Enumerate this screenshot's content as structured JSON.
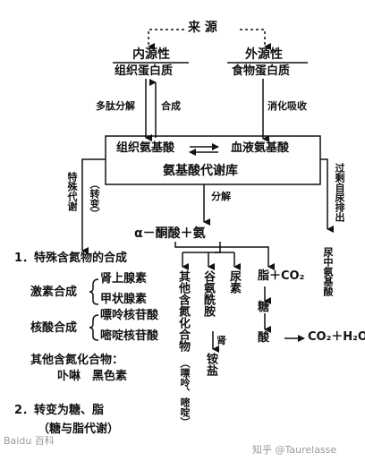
{
  "source": {
    "label": "来 源"
  },
  "endogenous": {
    "title": "内源性",
    "item": "组织蛋白质"
  },
  "exogenous": {
    "title": "外源性",
    "item": "食物蛋白质"
  },
  "edges": {
    "polypeptide_decompose": "多肽分解",
    "synthesis": "合成",
    "digest_absorb": "消化吸收",
    "decompose": "分解"
  },
  "pool": {
    "tissue_aa": "组织氨基酸",
    "blood_aa": "血液氨基酸",
    "title": "氨基酸代谢库"
  },
  "left_branch": {
    "special": "特殊代谢",
    "transform": "（转变）"
  },
  "right_branch": {
    "excess": "过剩自尿排出",
    "urine_aa": "尿中氨基酸"
  },
  "products": {
    "keto_ammonia": "α－酮酸＋氨",
    "other_n": "其他含氮化合物",
    "other_n_note": "（嘌呤、嘧啶）",
    "glutamine": "谷氨酰胺",
    "kidney": "肾",
    "ammonium_salt": "铵盐",
    "urea": "尿素",
    "fat_co2": "脂＋CO₂",
    "sugar": "糖",
    "fat2": "酸",
    "final": "CO₂＋H₂O"
  },
  "list": {
    "item1": "1．特殊含氮物的合成",
    "hormone": "激素合成",
    "hormone_1": "肾上腺素",
    "hormone_2": "甲状腺素",
    "nucleic": "核酸合成",
    "nucleic_1": "嘌呤核苷酸",
    "nucleic_2": "嘧啶核苷酸",
    "other": "其他含氮化合物：",
    "other_items": "卟啉　黑色素",
    "item2": "2．转变为糖、脂",
    "item2_note": "（糖与脂代谢）"
  },
  "watermarks": {
    "left": "Baidu 百科",
    "right": "知乎 @Taurelasse"
  }
}
